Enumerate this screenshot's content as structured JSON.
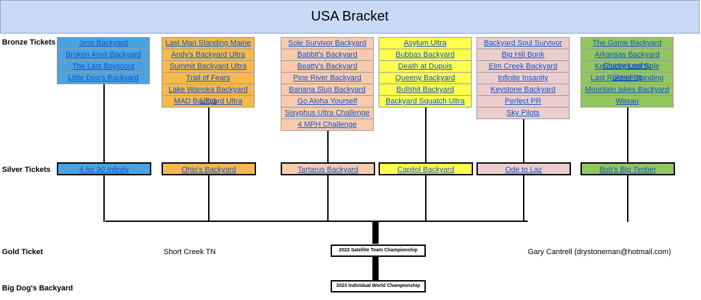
{
  "title": "USA Bracket",
  "labels": {
    "bronze": "Bronze Tickets",
    "silver": "Silver Tickets",
    "gold": "Gold Ticket",
    "big_dog": "Big Dog's Backyard"
  },
  "colors": {
    "blue": "#4aa3e0",
    "orange": "#f6b94a",
    "peach": "#f9cbac",
    "yellow": "#ffff4d",
    "pink": "#eccdcd",
    "green": "#93c65e",
    "header": "#c9daf8"
  },
  "groups": [
    {
      "color": "#4aa3e0",
      "bronze": [
        "Jess Backyard",
        "Broken Anvil Backyard",
        "The Last Boyscout",
        "Little Dog's Backyard"
      ],
      "silver": "4 for 30 Infinity"
    },
    {
      "color": "#f6b94a",
      "bronze": [
        "Last Man Standing Maine",
        "Andy's Backyard Ultra",
        "Summit Backyard Ultra",
        "Trail of Fears",
        "Lake Wanoka Backyard Ultra",
        "MAD Backyard Ultra"
      ],
      "silver": "Ohio's Backyard"
    },
    {
      "color": "#f9cbac",
      "bronze": [
        "Sole Survivor Backyard",
        "Babbit's Backyard",
        "Beatty's Backyard",
        "Pine River Backyard",
        "Banana Slug Backyard",
        "Go Aloha Yourself",
        "Sisyphus Ultra Challenge",
        "4 MPH Challenge"
      ],
      "silver": "Tartarus Backyard"
    },
    {
      "color": "#ffff4d",
      "bronze": [
        "Asylum Ultra",
        "Bubbas Backyard",
        "Death at Dupuis",
        "Queeny Backyard",
        "Bullshit Backyard",
        "Backyard Squatch Ultra"
      ],
      "silver": "Capitol Backyard"
    },
    {
      "color": "#eccdcd",
      "bronze": [
        "Backyard Soul Survivor",
        "Big Hill Bonk",
        "Elm Creek Backyard",
        "Infinite Insanity",
        "Keystone Backyard",
        "Perfect PR",
        "Sky Pilots"
      ],
      "silver": "Ode to Laz"
    },
    {
      "color": "#93c65e",
      "bronze": [
        "The Game Backyard",
        "Arkansas Backyard Championship",
        "Kentucky Last Sole Standing",
        "Last Runner Standing",
        "Mountain lakes Backyard",
        "Wasau"
      ],
      "silver": "Bob's Big Timber"
    }
  ],
  "gold": {
    "location": "Short Creek TN",
    "event": "2022 Satellite Team Championship",
    "contact": "Gary Cantrell (drystoneman@hotmail.com)"
  },
  "final": {
    "event": "2023 Individual World Championship"
  }
}
